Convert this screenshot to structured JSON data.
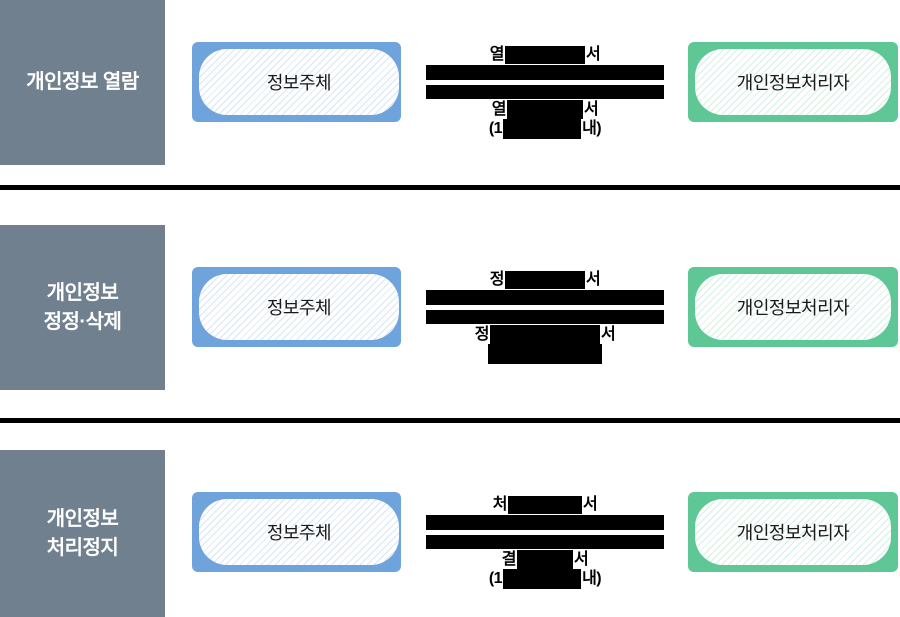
{
  "colors": {
    "label_bg": "#70808F",
    "subject_fill": "#6FA3DC",
    "processor_fill": "#5FC795",
    "redaction": "#000000",
    "divider": "#000000"
  },
  "sections": [
    {
      "label_lines": [
        "개인정보 열람"
      ],
      "subject": "정보주체",
      "processor": "개인정보처리자",
      "request_row": {
        "left": "열",
        "right": "서"
      },
      "response_row": {
        "left": "열",
        "right": "서"
      },
      "note_row": {
        "left": "(1",
        "right": "내)"
      }
    },
    {
      "label_lines": [
        "개인정보",
        "정정·삭제"
      ],
      "subject": "정보주체",
      "processor": "개인정보처리자",
      "request_row": {
        "left": "정",
        "right": "서"
      },
      "response_row": {
        "left": "정",
        "right": "서"
      },
      "note_row": {
        "left": "",
        "right": ""
      }
    },
    {
      "label_lines": [
        "개인정보",
        "처리정지"
      ],
      "subject": "정보주체",
      "processor": "개인정보처리자",
      "request_row": {
        "left": "처",
        "right": "서"
      },
      "response_row": {
        "left": "결",
        "right": "서"
      },
      "note_row": {
        "left": "(1",
        "right": "내)"
      }
    }
  ]
}
